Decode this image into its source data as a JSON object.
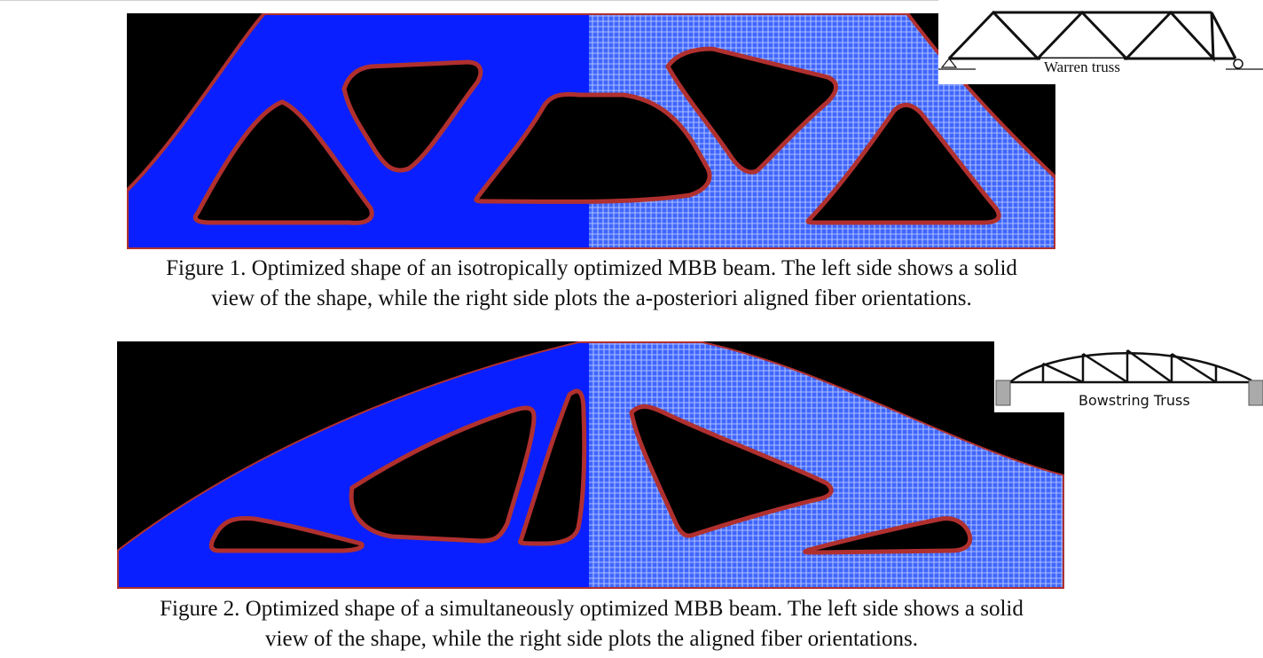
{
  "figure1": {
    "caption_line1": "Figure 1. Optimized shape of an isotropically optimized MBB beam. The left side shows a solid",
    "caption_line2": "view of the shape, while the right side plots the a-posteriori aligned fiber orientations."
  },
  "figure2": {
    "caption_line1": "Figure 2. Optimized shape of a simultaneously optimized MBB beam. The left side shows a solid",
    "caption_line2": "view of the shape, while the right side plots the aligned fiber orientations."
  },
  "insets": {
    "warren_label": "Warren truss",
    "bowstring_label": "Bowstring Truss"
  },
  "colors": {
    "solid_blue": "#0a1fff",
    "fiber_blue": "#5a7dff",
    "boundary_red": "#b0302f",
    "background": "#000000"
  }
}
